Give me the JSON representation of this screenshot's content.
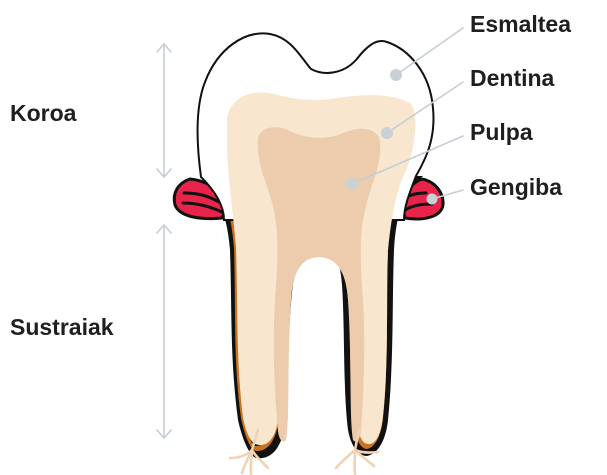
{
  "diagram": {
    "labels": {
      "enamel": "Esmaltea",
      "dentin": "Dentina",
      "pulp": "Pulpa",
      "gum": "Gengiba"
    },
    "regions": {
      "crown": "Koroa",
      "roots": "Sustraiak"
    },
    "colors": {
      "enamel": "#ffffff",
      "dentin": "#f8e6cf",
      "pulp": "#ecccad",
      "cementum": "#c8731f",
      "gum": "#e8244b",
      "outline": "#111111",
      "nerve": "#f1d3b4",
      "pointer": "#c5ced6",
      "marker_dot": "#c9d0d6",
      "arrow": "#c5ced6"
    }
  }
}
